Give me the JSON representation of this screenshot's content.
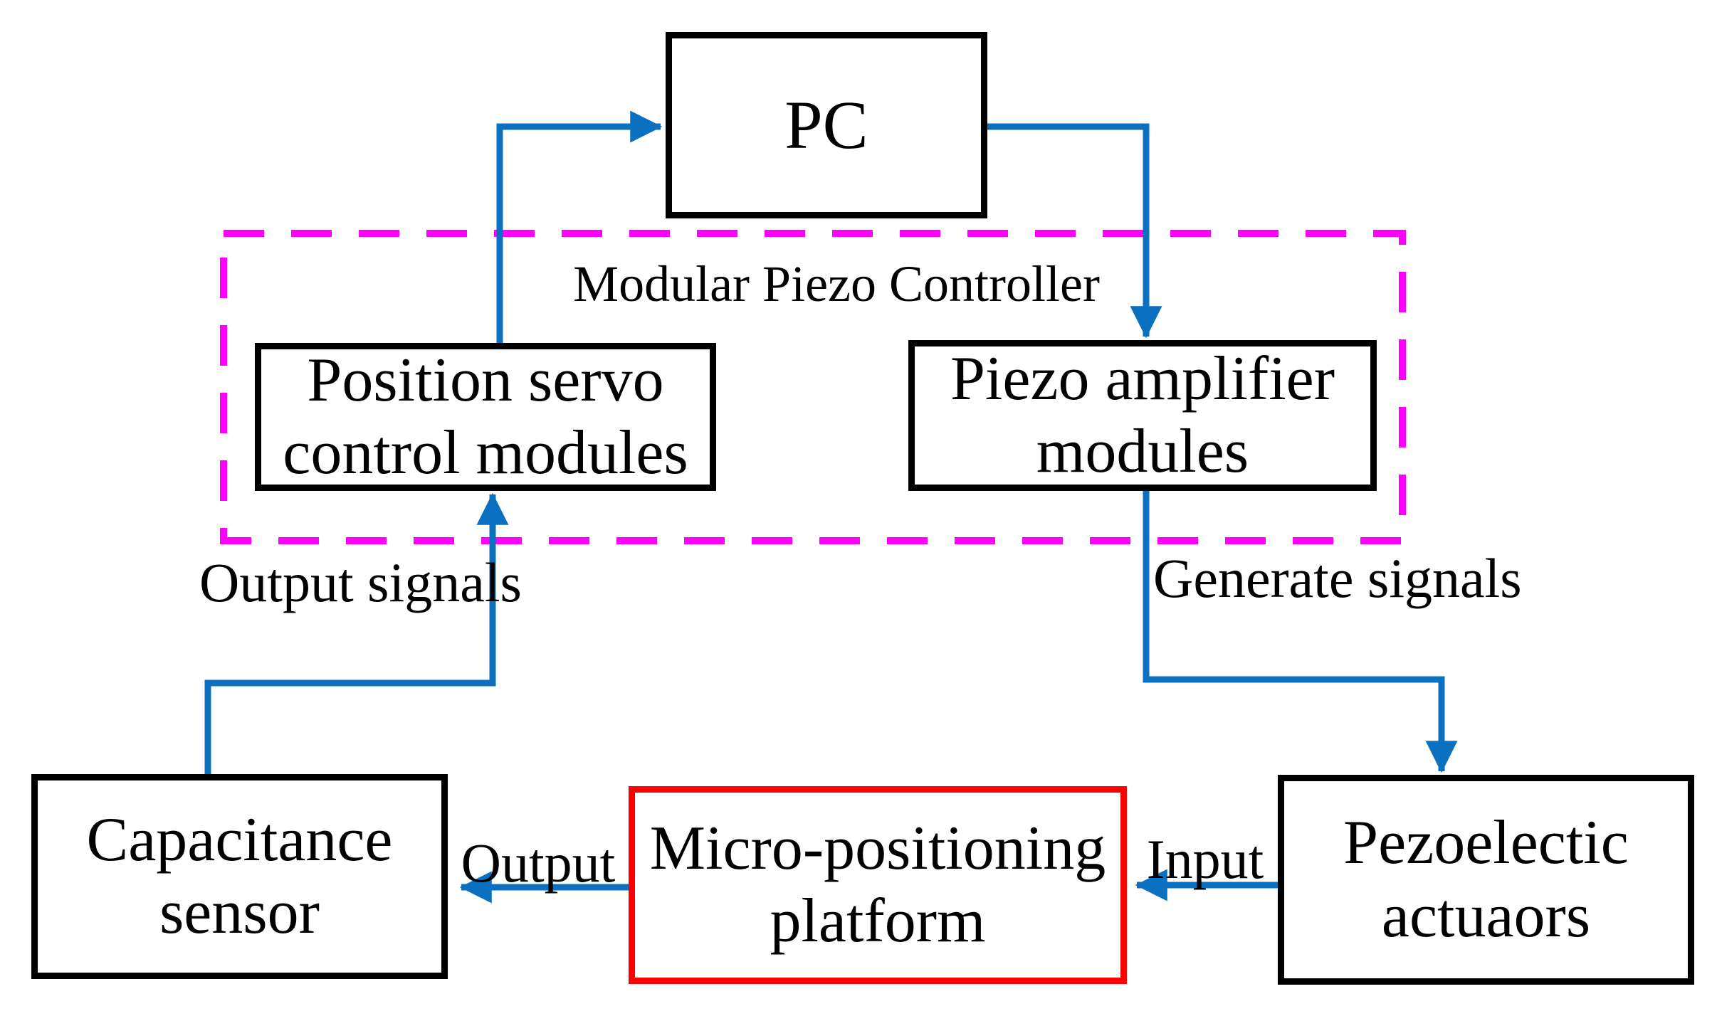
{
  "diagram": {
    "container_title": "Modular Piezo Controller",
    "colors": {
      "arrow_blue": "#0b70c0",
      "dashed_container_magenta": "#ff00ff",
      "platform_border_red": "#ff0000",
      "box_border_black": "#000000"
    },
    "nodes": {
      "pc": {
        "label": "PC"
      },
      "servo": {
        "label_line1": "Position servo",
        "label_line2": "control modules"
      },
      "amplifier": {
        "label_line1": "Piezo amplifier",
        "label_line2": "modules"
      },
      "sensor": {
        "label_line1": "Capacitance",
        "label_line2": "sensor"
      },
      "platform": {
        "label_line1": "Micro-positioning",
        "label_line2": "platform"
      },
      "actuators": {
        "label_line1": "Pezoelectic",
        "label_line2": "actuaors"
      }
    },
    "annotations": {
      "output_signals_line1": "Output",
      "output_signals_line2": "signals",
      "generate_signals_line1": "Generate",
      "generate_signals_line2": "signals",
      "output_label": "Output",
      "input_label": "Input"
    }
  }
}
